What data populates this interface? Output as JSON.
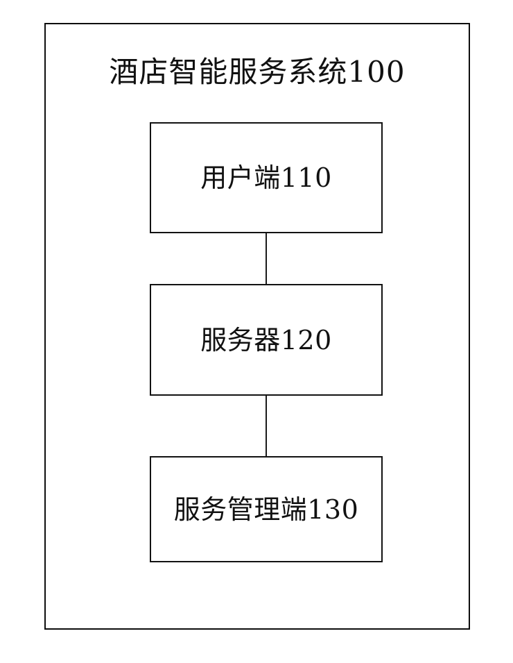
{
  "diagram": {
    "title": "酒店智能服务系统100",
    "outer_box_label": "酒店智能服务系统100",
    "background_color": "#ffffff",
    "line_color": "#111111",
    "nodes": [
      {
        "id": "client",
        "label": "用户端110",
        "ref_number": "110"
      },
      {
        "id": "server",
        "label": "服务器120",
        "ref_number": "120"
      },
      {
        "id": "service-management",
        "label": "服务管理端130",
        "ref_number": "130"
      }
    ],
    "connectors": [
      {
        "id": "client-to-server",
        "from": "client",
        "to": "server",
        "style": "solid-line"
      },
      {
        "id": "server-to-management",
        "from": "server",
        "to": "service-management",
        "style": "solid-line"
      }
    ]
  }
}
